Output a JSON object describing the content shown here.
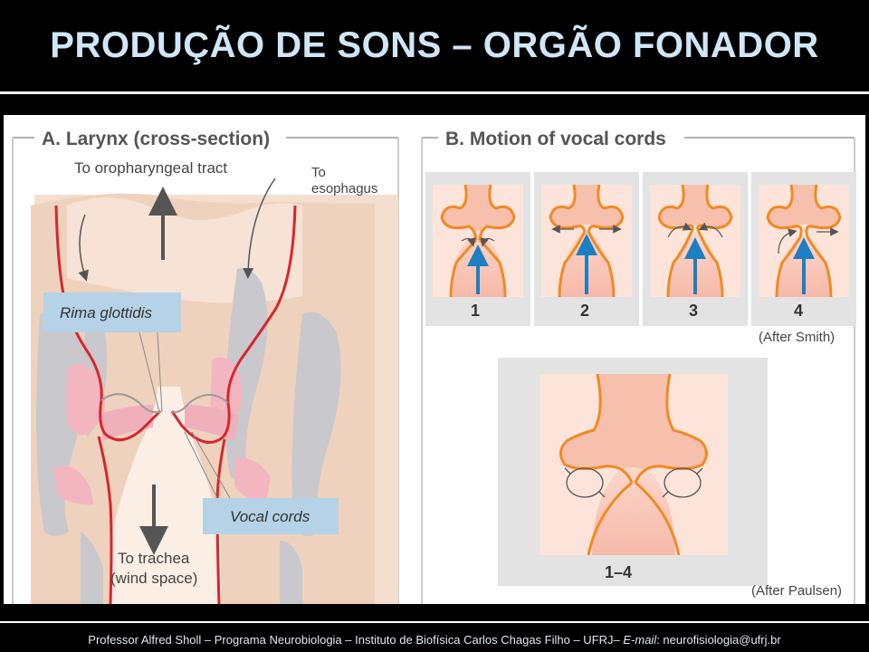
{
  "title": "PRODUÇÃO DE SONS – ORGÃO FONADOR",
  "footer": {
    "text_before": "Professor Alfred Sholl – Programa Neurobiologia – Instituto de Biofísica Carlos Chagas Filho – UFRJ– ",
    "email_label": "E-mail",
    "text_after": ": neurofisiologia@ufrj.br"
  },
  "panel_a": {
    "title": "A. Larynx (cross-section)",
    "to_oropharyngeal": "To oropharyngeal tract",
    "to_esophagus_1": "To",
    "to_esophagus_2": "esophagus",
    "rima": "Rima glottidis",
    "vocal_cords": "Vocal cords",
    "to_trachea_1": "To trachea",
    "to_trachea_2": "(wind space)"
  },
  "panel_b": {
    "title": "B. Motion of vocal cords",
    "frames": [
      "1",
      "2",
      "3",
      "4"
    ],
    "credit_smith": "(After Smith)",
    "combined": "1–4",
    "credit_paulsen": "(After Paulsen)"
  },
  "colors": {
    "background": "#000000",
    "title": "#cfe6f7",
    "label_box": "#b5d2e6",
    "tissue_red": "#d7262d",
    "cord_orange": "#f08a24",
    "airflow_blue": "#1d7fc1"
  }
}
